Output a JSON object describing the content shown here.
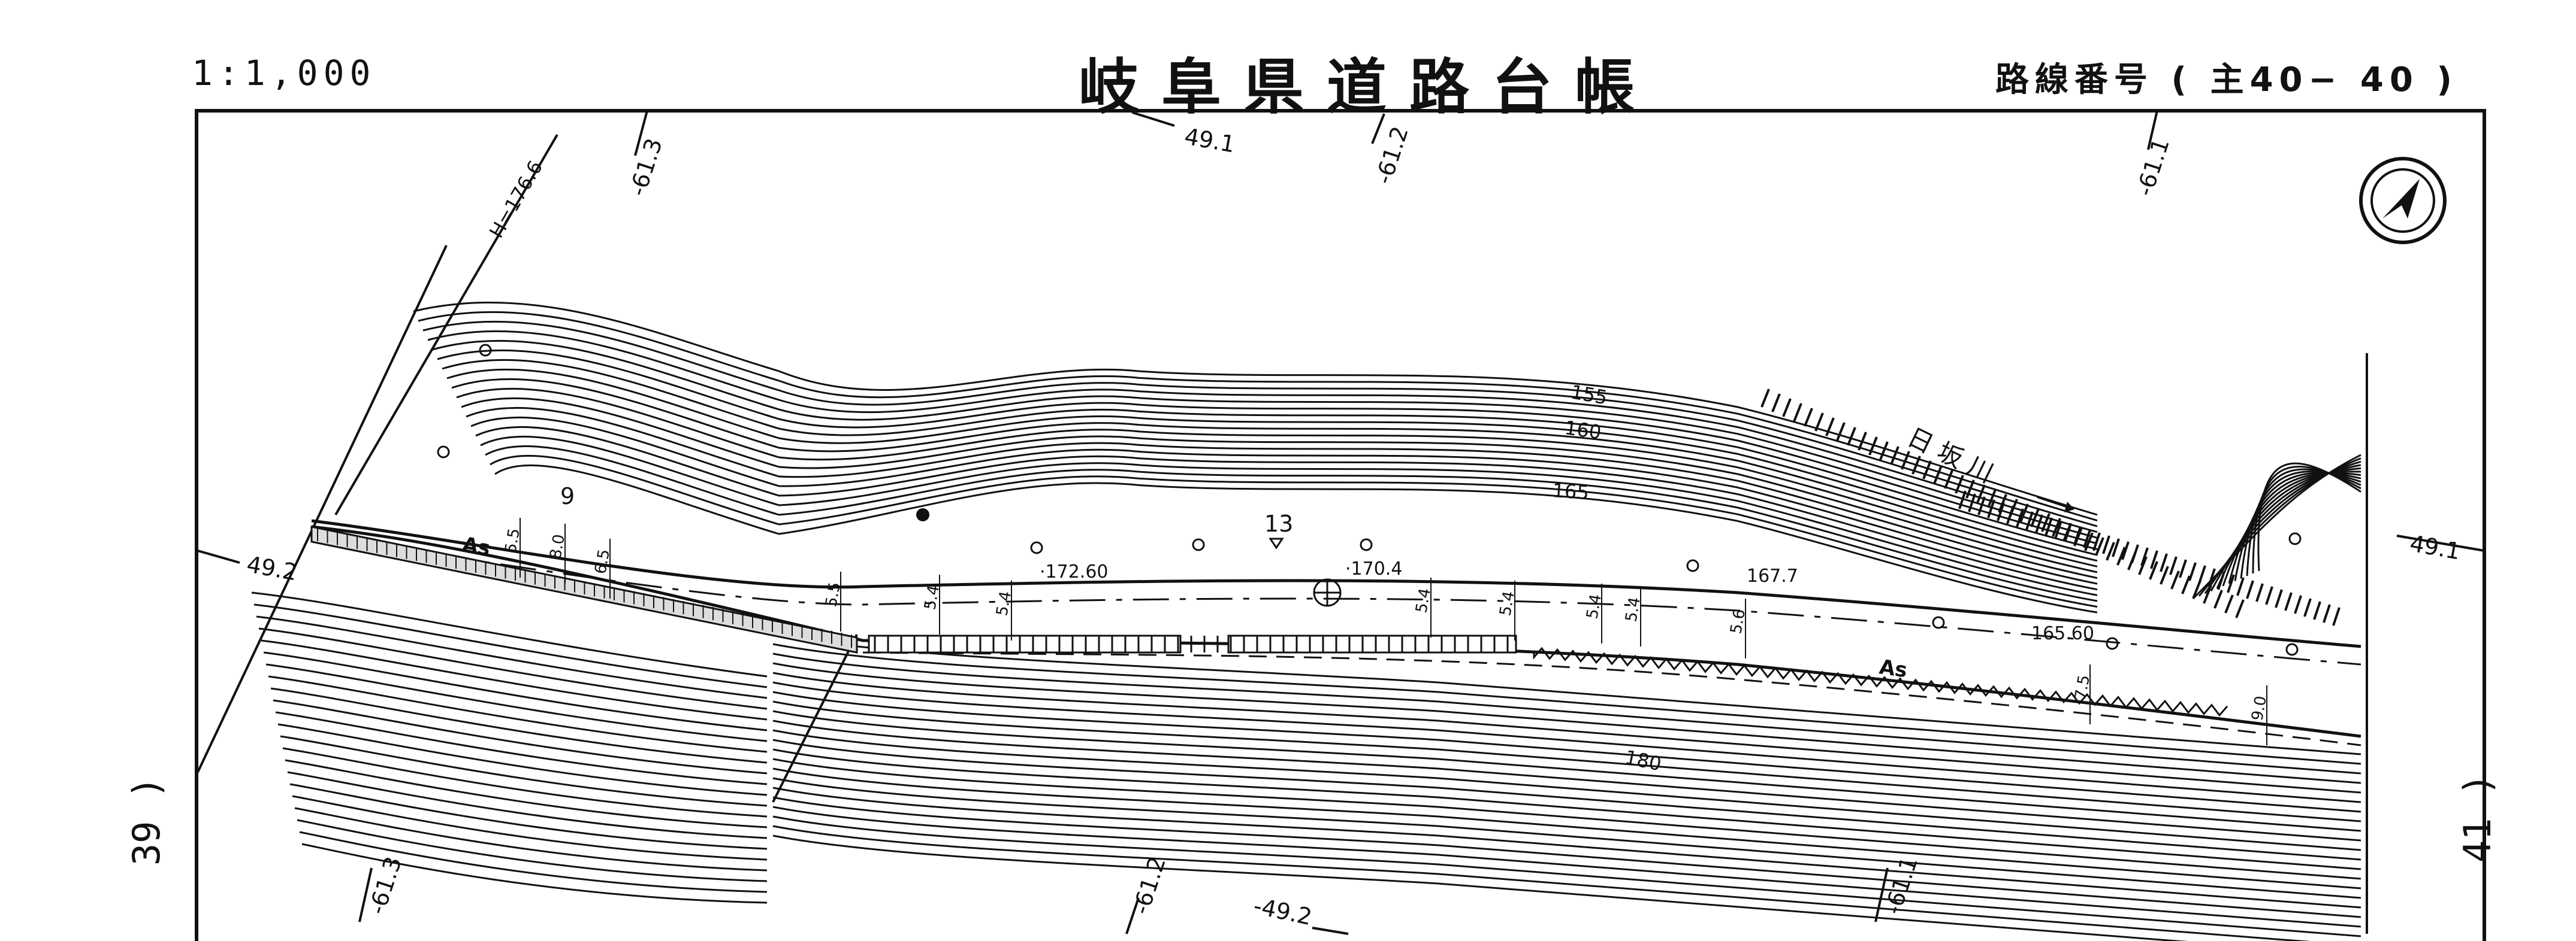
{
  "header": {
    "scale": "1:1,000",
    "title": "岐阜県道路台帳",
    "route": "路線番号 ( 主40− 40 )"
  },
  "edges": {
    "left_sheet": "39 )",
    "right_sheet": "41 )"
  },
  "grid_labels": {
    "top": [
      "-61.3",
      "49.1",
      "-61.2",
      "-61.1"
    ],
    "bottom": [
      "-61.3",
      "-61.2",
      "-49.2",
      "-61.1"
    ],
    "left": "49.2",
    "right": "49.1"
  },
  "contours": [
    "155",
    "160",
    "165",
    "180",
    "H=176.6"
  ],
  "spot_heights": [
    "·172.60",
    "·170.4",
    "167.7",
    "165.60"
  ],
  "river": "日 坂 川",
  "surface_labels": [
    "As",
    "As"
  ],
  "markers": [
    "9",
    "13"
  ],
  "road_widths": [
    "5.5",
    "8.0",
    "6.5",
    "5.5",
    "5.4",
    "5.4",
    "5.4",
    "5.4",
    "5.4",
    "5.4",
    "5.6",
    "7.5",
    "9.0"
  ],
  "icons": {
    "north_arrow": "north-arrow-icon"
  }
}
